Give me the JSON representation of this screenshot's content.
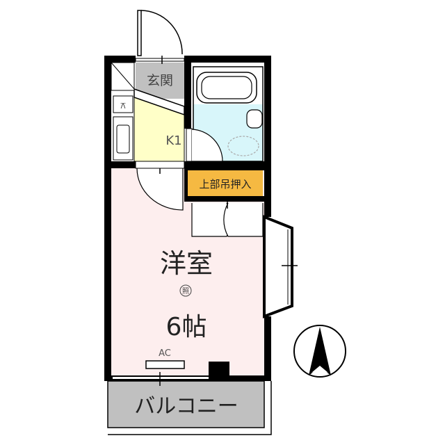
{
  "floorplan": {
    "rooms": {
      "entrance": {
        "label": "玄関",
        "color": "#c0c0c0"
      },
      "kitchen": {
        "label": "K1",
        "color": "#ffffc8"
      },
      "bathroom": {
        "color": "#d8f6fa"
      },
      "closet": {
        "label": "上部吊押入",
        "color": "#f5b942"
      },
      "western_room": {
        "label": "洋室",
        "size": "6帖",
        "color": "#fdeeee"
      },
      "balcony": {
        "label": "バルコニー",
        "color": "#c0c0c0"
      }
    },
    "aircon_label": "AC",
    "lighting_symbol": "照",
    "compass": {
      "icon": "north-arrow-icon",
      "direction": "north-up"
    }
  }
}
